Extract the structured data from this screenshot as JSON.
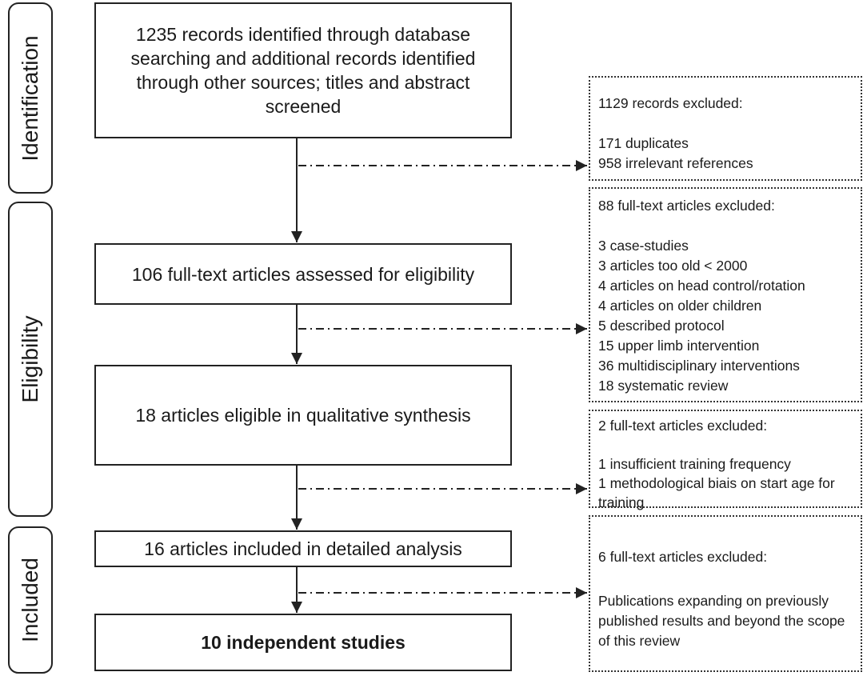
{
  "phases": {
    "identification": "Identification",
    "eligibility": "Eligibility",
    "included": "Included"
  },
  "boxes": {
    "records_identified": "1235 records identified through database searching and additional records identified through other sources; titles and abstract screened",
    "fulltext_assessed": "106 full-text articles assessed for eligibility",
    "eligible_qualitative": "18 articles eligible in qualitative synthesis",
    "included_detailed": "16 articles included in detailed analysis",
    "independent_studies": "10 independent studies"
  },
  "exclusions": {
    "records_excluded": {
      "heading": "1129 records excluded:",
      "items": [
        "171 duplicates",
        "958 irrelevant references"
      ]
    },
    "fulltext_excluded_88": {
      "heading": "88 full-text articles excluded:",
      "items": [
        "3 case-studies",
        "3 articles too old < 2000",
        "4 articles on head control/rotation",
        "4 articles on older children",
        "5 described protocol",
        "15 upper limb intervention",
        "36 multidisciplinary interventions",
        "18 systematic review"
      ]
    },
    "fulltext_excluded_2": {
      "heading": "2 full-text articles excluded:",
      "items": [
        "1 insufficient training frequency",
        "1 methodological biais on start age for training"
      ]
    },
    "fulltext_excluded_6": {
      "heading": "6 full-text articles excluded:",
      "items": [
        "Publications expanding on previously published results and beyond the scope of this review"
      ]
    }
  }
}
